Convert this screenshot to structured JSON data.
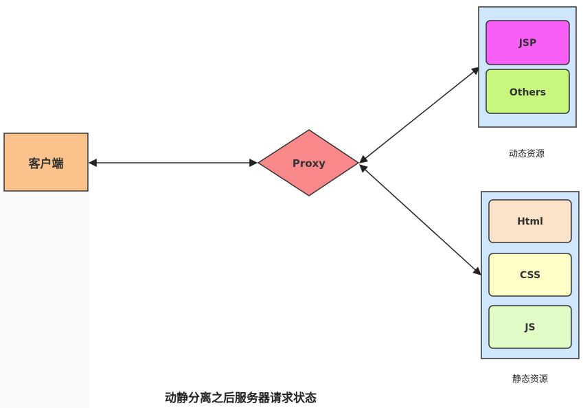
{
  "client": {
    "label": "客户端",
    "fill": "#FCC28C"
  },
  "proxy": {
    "label": "Proxy",
    "fill": "#F8888A"
  },
  "dynamic_group": {
    "label": "动态资源",
    "fill": "#D0E6FC",
    "items": [
      {
        "label": "JSP",
        "fill": "#F75FF7"
      },
      {
        "label": "Others",
        "fill": "#C8F77F"
      }
    ]
  },
  "static_group": {
    "label": "静态资源",
    "fill": "#D0E6FC",
    "items": [
      {
        "label": "Html",
        "fill": "#FCE2C8"
      },
      {
        "label": "CSS",
        "fill": "#FFFFC8"
      },
      {
        "label": "JS",
        "fill": "#E2FCC8"
      }
    ]
  },
  "caption": "动静分离之后服务器请求状态"
}
